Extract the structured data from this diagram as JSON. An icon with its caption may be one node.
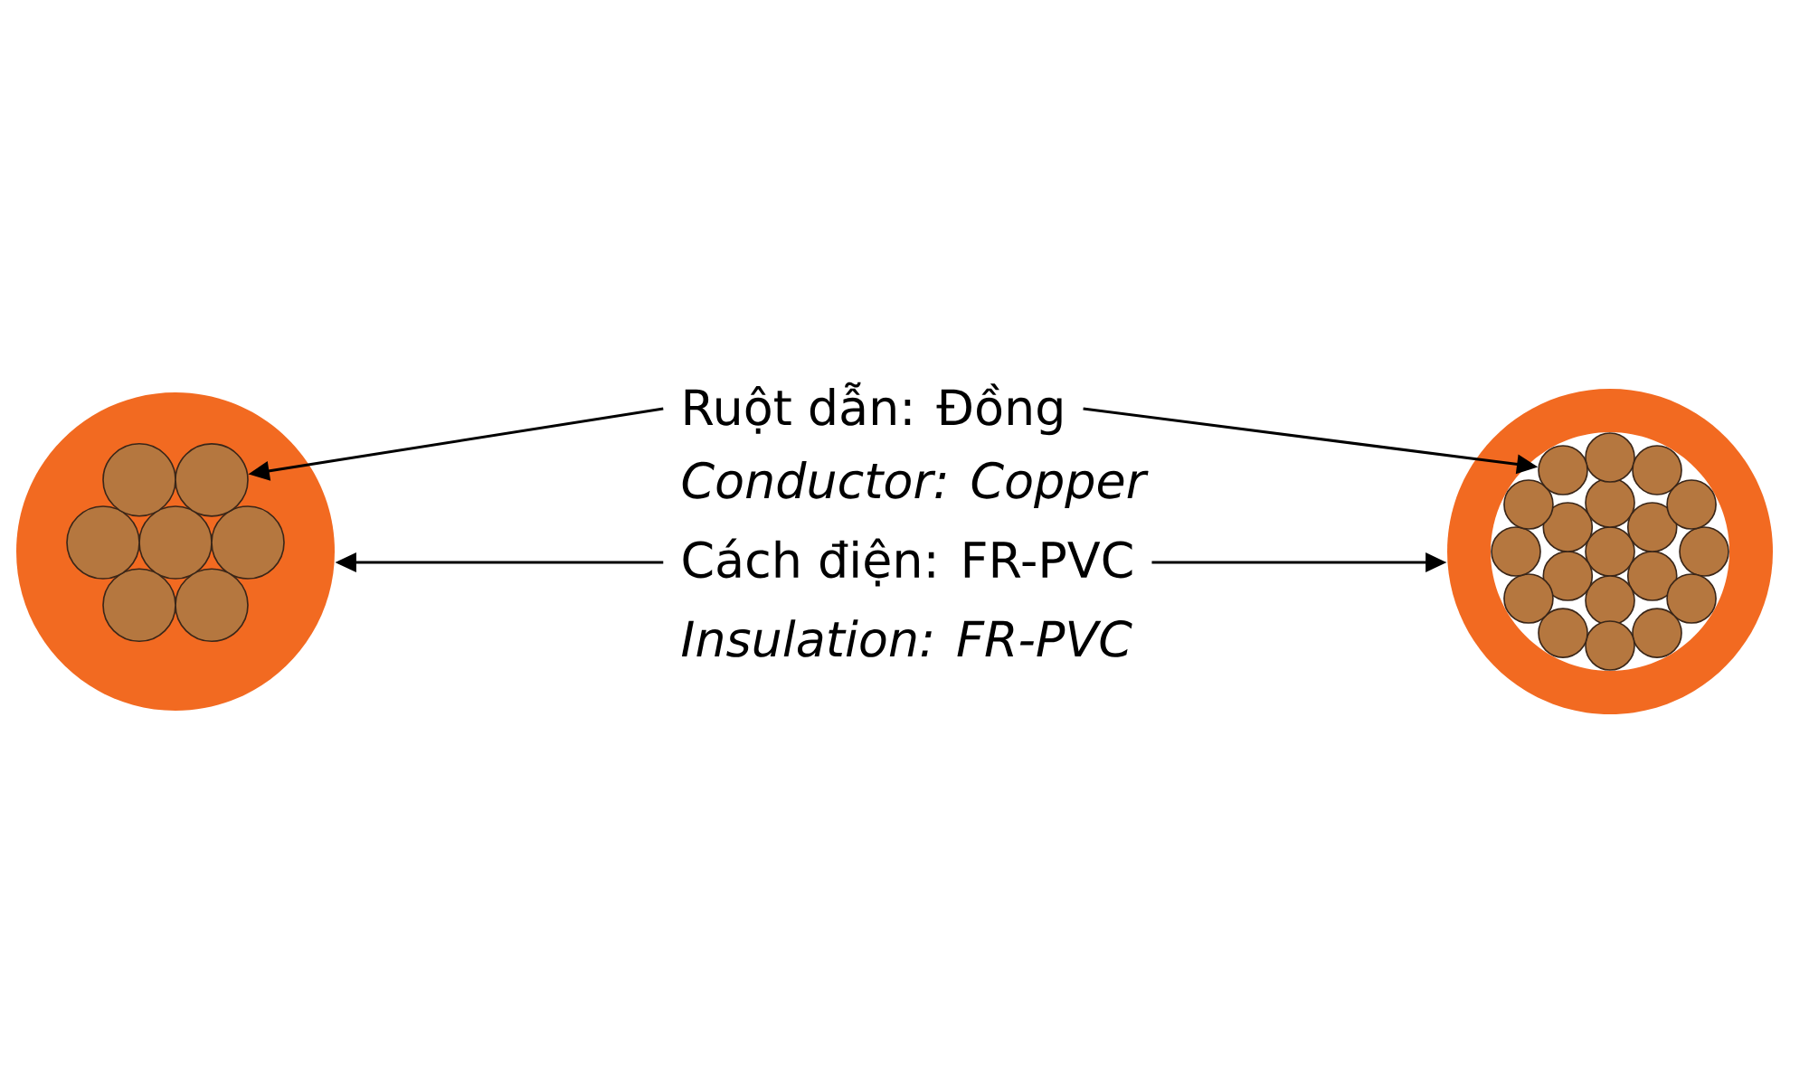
{
  "diagram": {
    "nodes": [
      {
        "text": [],
        "shape": "circle"
      },
      {
        "text": [],
        "shape": "circle",
        "in": 0
      },
      {
        "text": [
          "Ruột dẫn: Đồng"
        ]
      },
      {
        "text": [
          "Cách điện: FR-PVC"
        ]
      },
      {
        "text": [],
        "shape": "circle"
      },
      {
        "text": [],
        "shape": "circle",
        "in": 4
      }
    ],
    "edges": [
      {
        "from": 2,
        "to": 1,
        "arrow": "to"
      },
      {
        "from": 2,
        "to": 5,
        "arrow": "to"
      },
      {
        "from": 3,
        "to": 0,
        "arrow": "to"
      },
      {
        "from": 3,
        "to": 4,
        "arrow": "to"
      }
    ],
    "labels": [
      "Conductor: Copper",
      "Insulation: FR-PVC"
    ]
  }
}
